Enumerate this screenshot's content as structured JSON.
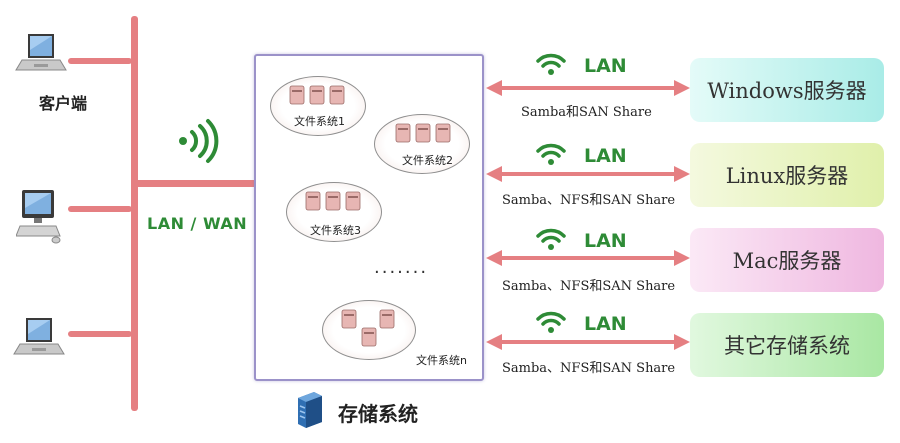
{
  "clients": {
    "label": "客户端",
    "network_label": "LAN / WAN"
  },
  "storage": {
    "title": "存储系统",
    "filesystems": [
      "文件系统1",
      "文件系统2",
      "文件系统3",
      "文件系统n"
    ],
    "ellipsis": "·······"
  },
  "links": [
    {
      "lan": "LAN",
      "protocol": "Samba和SAN Share"
    },
    {
      "lan": "LAN",
      "protocol": "Samba、NFS和SAN Share"
    },
    {
      "lan": "LAN",
      "protocol": "Samba、NFS和SAN Share"
    },
    {
      "lan": "LAN",
      "protocol": "Samba、NFS和SAN Share"
    }
  ],
  "servers": [
    "Windows服务器",
    "Linux服务器",
    "Mac服务器",
    "其它存储系统"
  ],
  "colors": {
    "wire": "#e57f82",
    "green": "#2e8b36",
    "storage_border": "#9b92c9"
  },
  "icons": [
    "laptop-icon",
    "desktop-icon",
    "wifi-icon",
    "server-icon"
  ]
}
